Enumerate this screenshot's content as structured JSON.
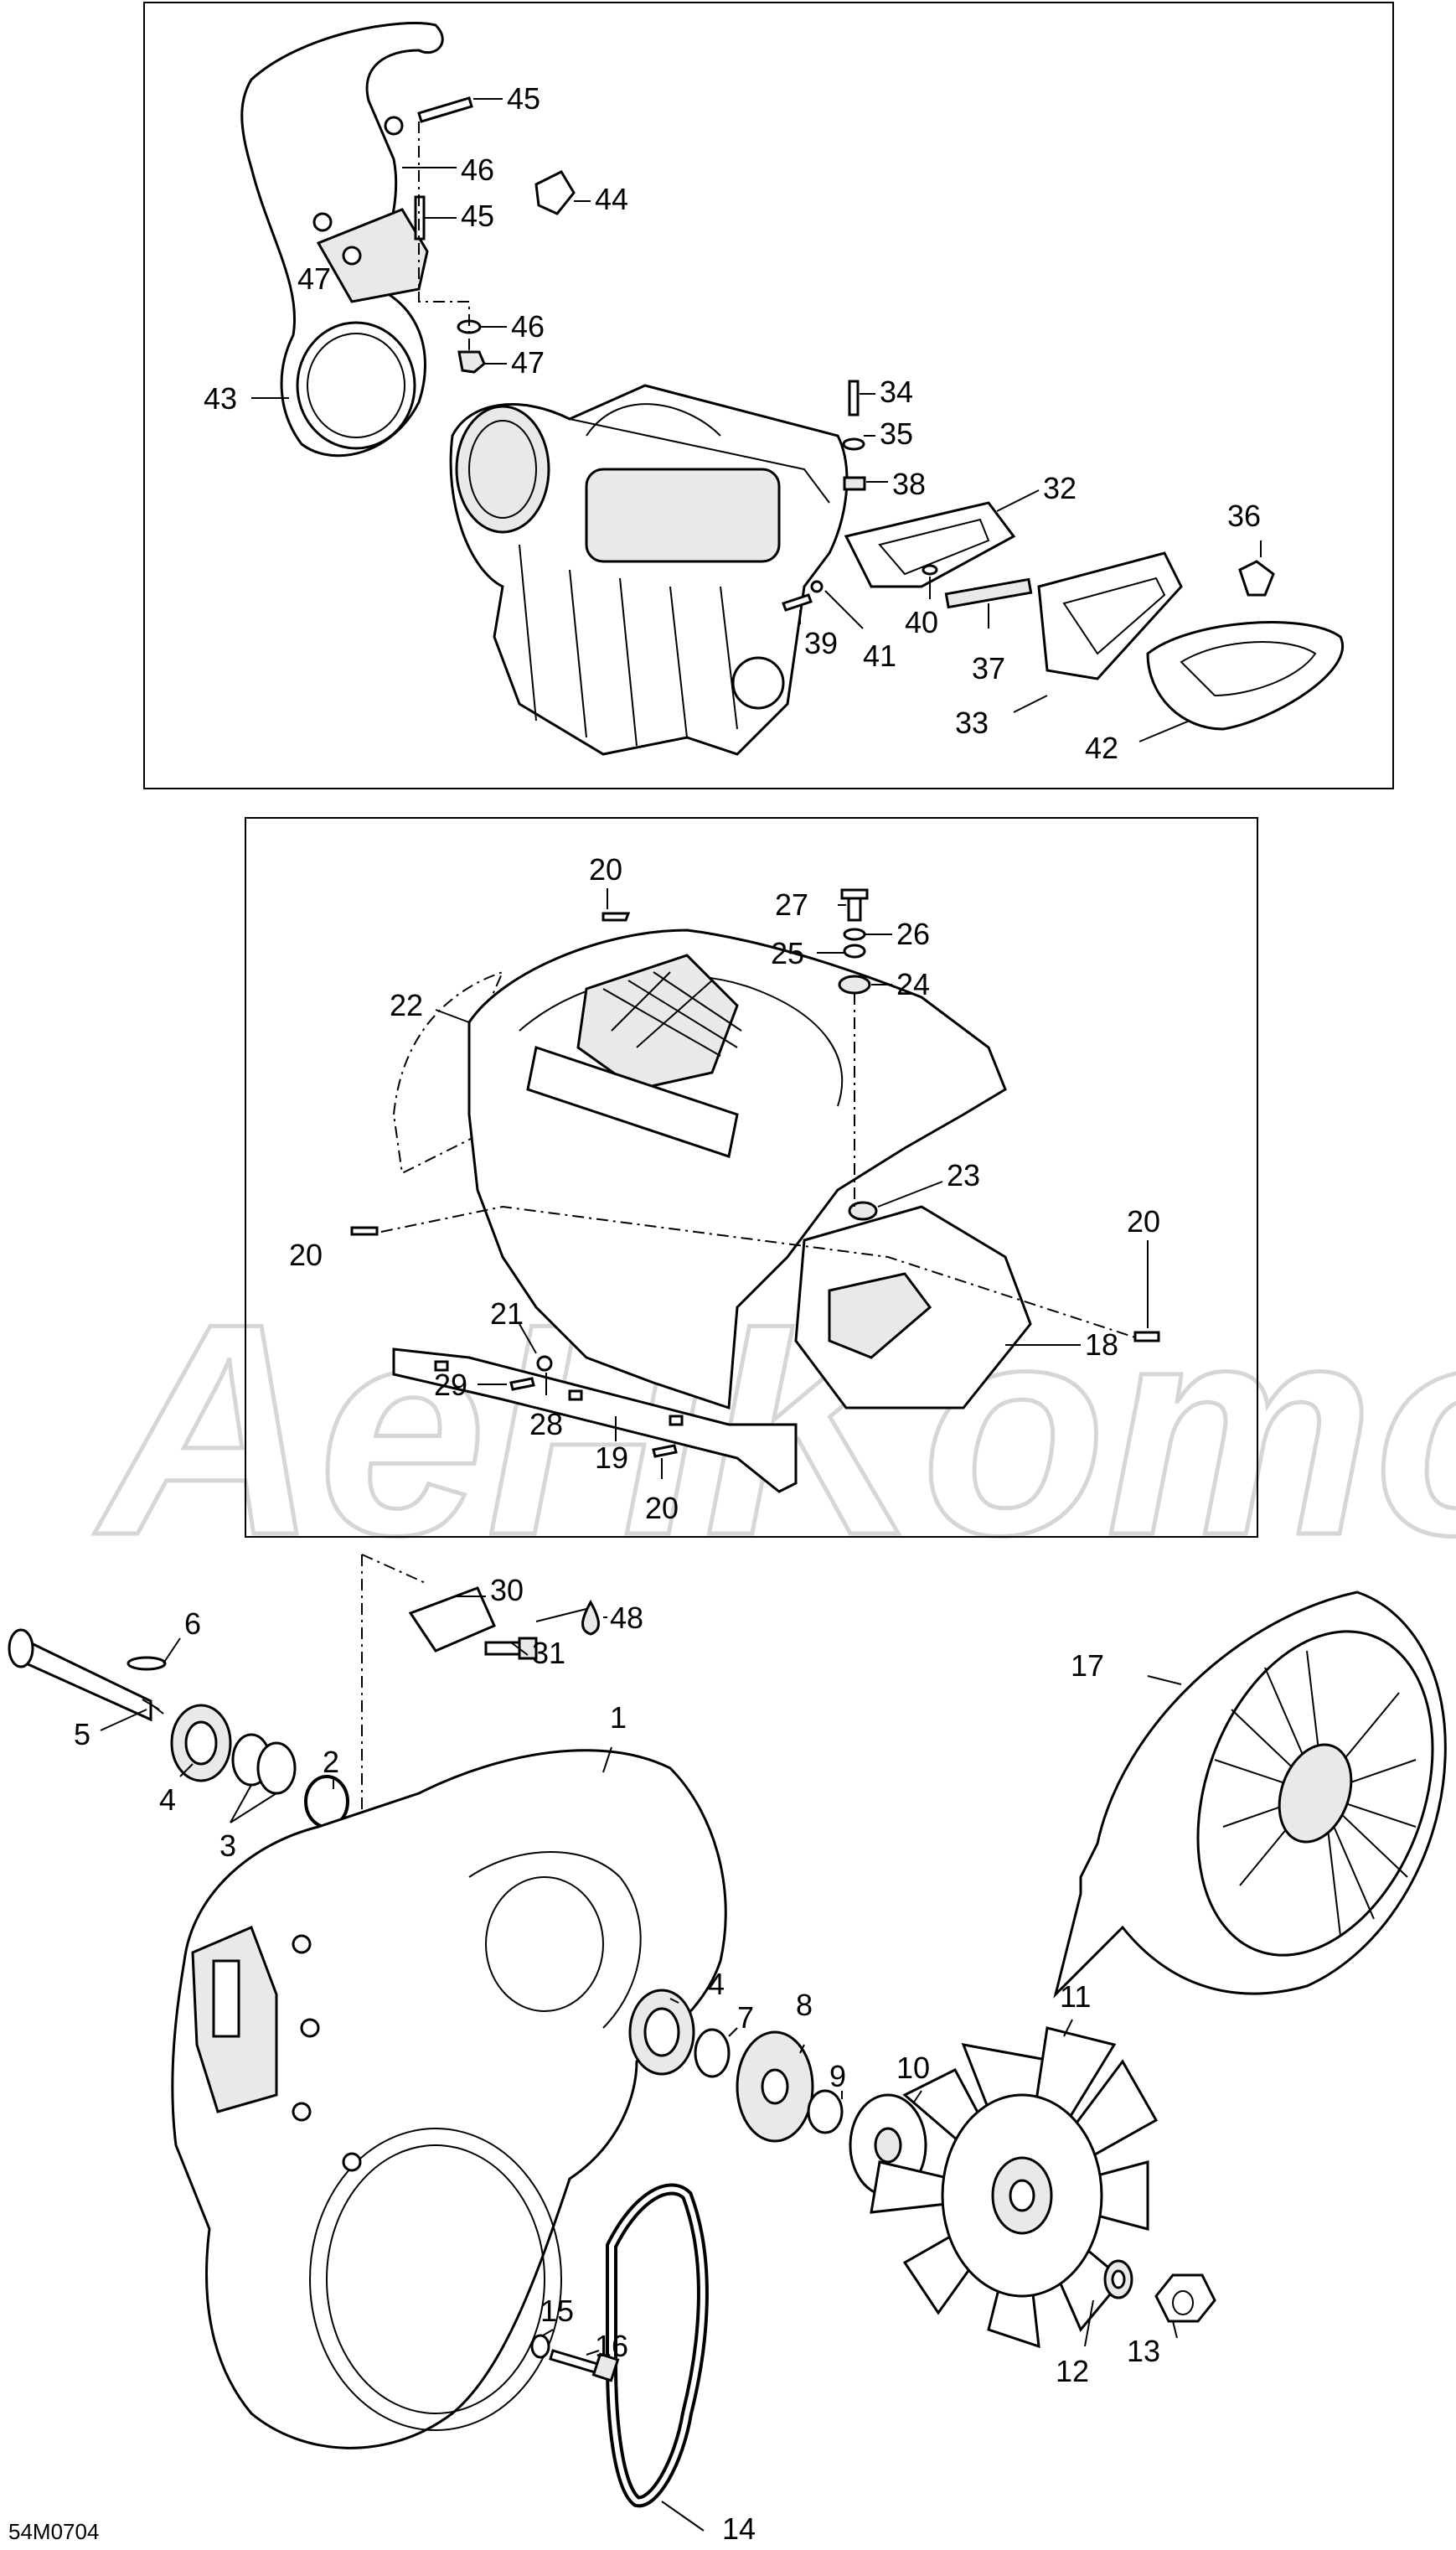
{
  "watermark": "AeHKomo",
  "diagram_code": "54M0704",
  "callouts": {
    "c45a": "45",
    "c46a": "46",
    "c45b": "45",
    "c44": "44",
    "c47a": "47",
    "c46b": "46",
    "c47b": "47",
    "c43": "43",
    "c34": "34",
    "c35": "35",
    "c38": "38",
    "c32": "32",
    "c36": "36",
    "c40": "40",
    "c39": "39",
    "c41": "41",
    "c37": "37",
    "c33": "33",
    "c42": "42",
    "c20a": "20",
    "c27": "27",
    "c26": "26",
    "c25": "25",
    "c24": "24",
    "c22": "22",
    "c23": "23",
    "c20b": "20",
    "c20c": "20",
    "c21": "21",
    "c18": "18",
    "c29": "29",
    "c28": "28",
    "c19": "19",
    "c20d": "20",
    "c30": "30",
    "c48": "48",
    "c31": "31",
    "c6": "6",
    "c17": "17",
    "c5": "5",
    "c1": "1",
    "c2": "2",
    "c4a": "4",
    "c3": "3",
    "c4b": "4",
    "c7": "7",
    "c8": "8",
    "c11": "11",
    "c10": "10",
    "c9": "9",
    "c15": "15",
    "c16": "16",
    "c13": "13",
    "c12": "12",
    "c14": "14"
  },
  "icons": [
    "oil-drop-icon"
  ]
}
